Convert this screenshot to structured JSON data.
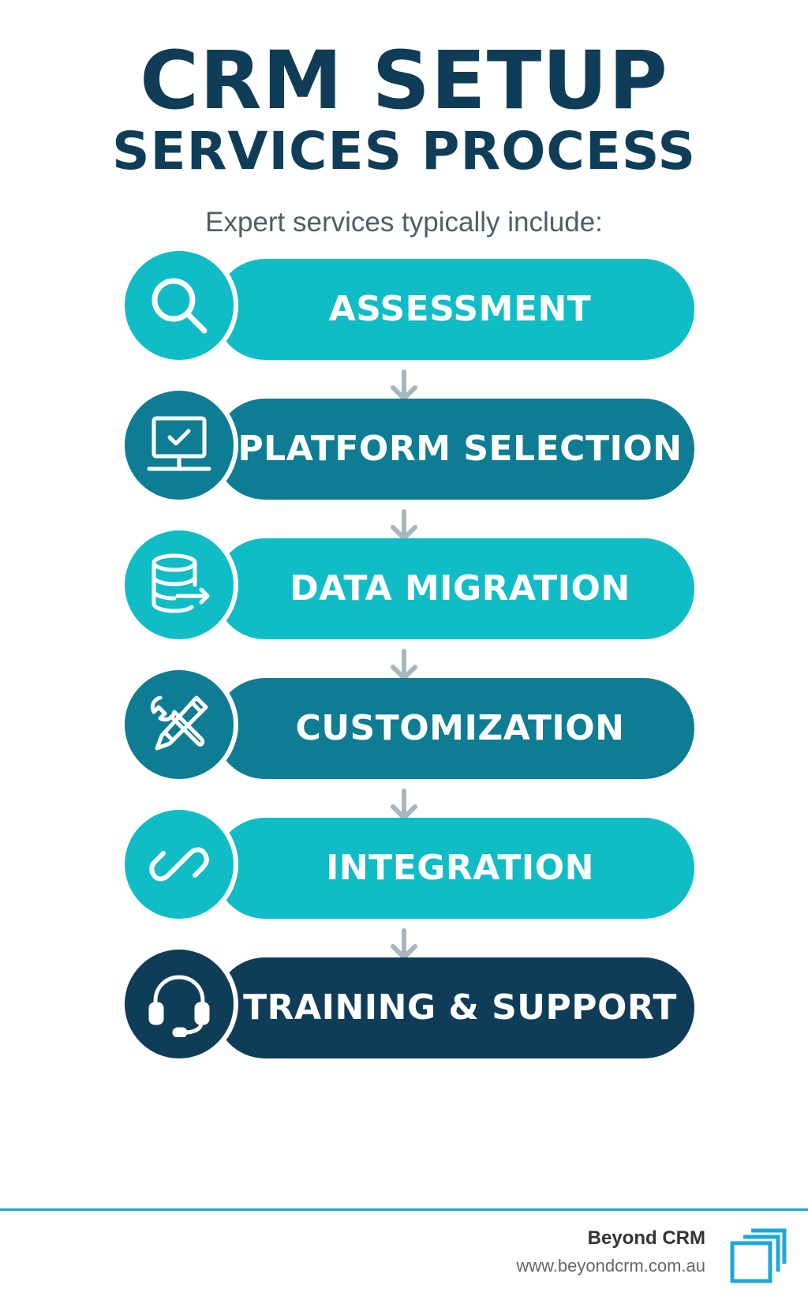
{
  "header": {
    "title_line1": "CRM SETUP",
    "title_line2": "SERVICES PROCESS",
    "subtitle": "Expert services typically include:"
  },
  "steps": [
    {
      "label": "ASSESSMENT",
      "icon": "magnifier-icon",
      "color": "#10bcc6"
    },
    {
      "label": "PLATFORM SELECTION",
      "icon": "monitor-check-icon",
      "color": "#0e7d93"
    },
    {
      "label": "DATA MIGRATION",
      "icon": "database-arrow-icon",
      "color": "#10bcc6"
    },
    {
      "label": "CUSTOMIZATION",
      "icon": "tools-icon",
      "color": "#0e7d93"
    },
    {
      "label": "INTEGRATION",
      "icon": "link-icon",
      "color": "#10bcc6"
    },
    {
      "label": "TRAINING & SUPPORT",
      "icon": "headset-icon",
      "color": "#0f3d57"
    }
  ],
  "colors": {
    "title": "#0f3d57",
    "arrow": "#a6b7be",
    "footer_line": "#1ea8d6"
  },
  "footer": {
    "brand": "Beyond CRM",
    "url": "www.beyondcrm.com.au",
    "logo_icon": "beyond-crm-logo-icon"
  }
}
